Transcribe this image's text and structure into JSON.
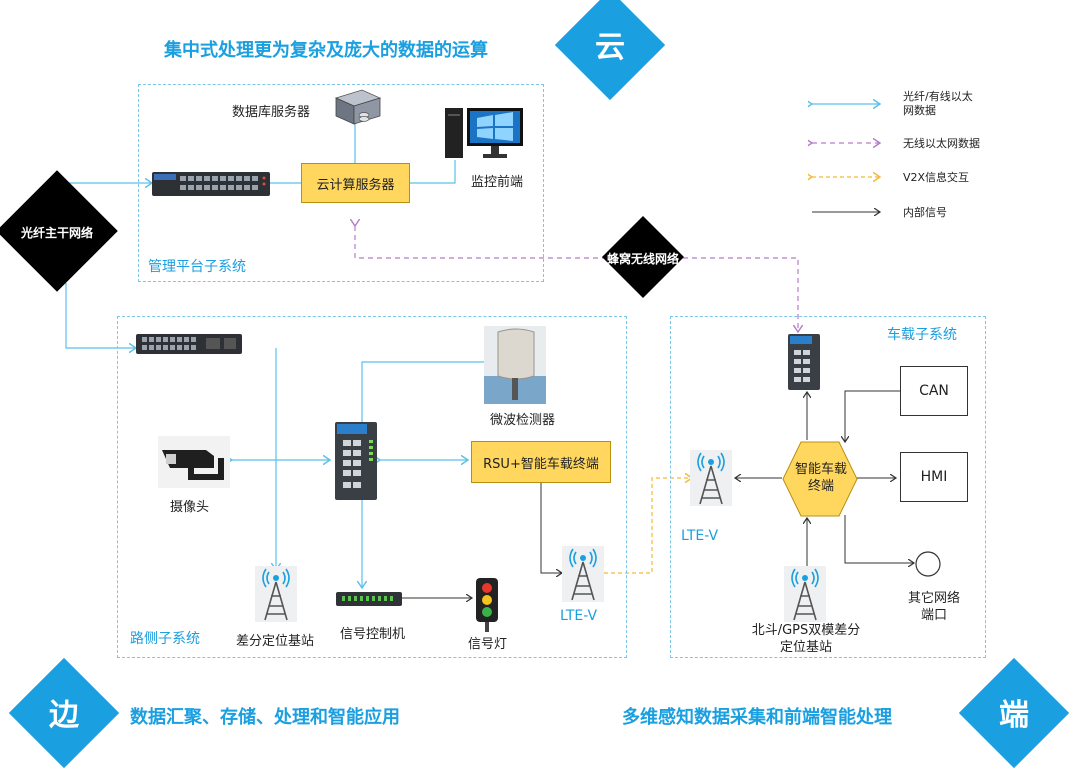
{
  "cloud": {
    "headline": "集中式处理更为复杂及庞大的数据的运算",
    "badge": "云"
  },
  "edge": {
    "headline": "数据汇聚、存储、处理和智能应用",
    "badge": "边"
  },
  "terminal": {
    "headline": "多维感知数据采集和前端智能处理",
    "badge": "端"
  },
  "management": {
    "label": "管理平台子系统",
    "db_server": "数据库服务器",
    "cloud_server": "云计算服务器",
    "monitor": "监控前端"
  },
  "backbone": "光纤主干网络",
  "cellular": "蜂窝无线网络",
  "roadside": {
    "label": "路侧子系统",
    "camera": "摄像头",
    "microwave": "微波检测器",
    "rsu": "RSU+智能车载终端",
    "diff_station": "差分定位基站",
    "signal_controller": "信号控制机",
    "signal_light": "信号灯",
    "lte_v": "LTE-V"
  },
  "vehicle": {
    "label": "车载子系统",
    "terminal": "智能车载终端",
    "can": "CAN",
    "hmi": "HMI",
    "lte_v": "LTE-V",
    "beidou": "北斗/GPS双模差分定位基站",
    "other_port": "其它网络端口"
  },
  "legend": [
    {
      "text": "光纤/有线以太网数据",
      "color": "#5bc0eb",
      "style": "solid"
    },
    {
      "text": "无线以太网数据",
      "color": "#b87acb",
      "style": "dashed"
    },
    {
      "text": "V2X信息交互",
      "color": "#f5b935",
      "style": "dashed"
    },
    {
      "text": "内部信号",
      "color": "#333333",
      "style": "solid"
    }
  ]
}
